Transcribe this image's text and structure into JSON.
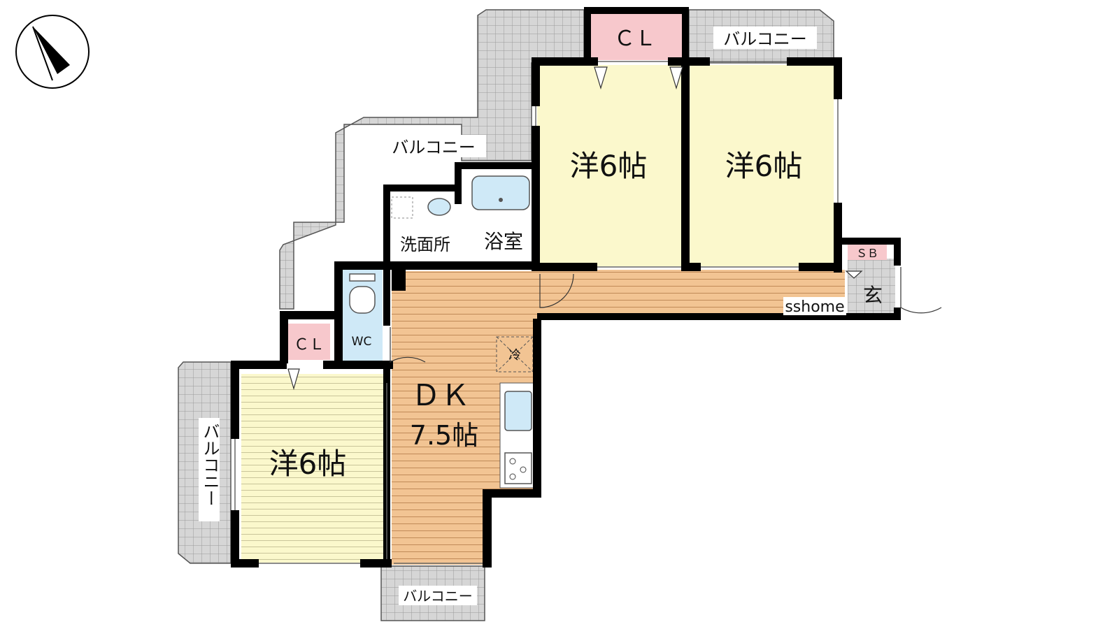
{
  "rooms": {
    "western_upper_left": "洋6帖",
    "western_upper_right": "洋6帖",
    "western_lower": "洋6帖",
    "dk_name": "ＤＫ",
    "dk_size": "7.5帖",
    "bath": "浴室",
    "washroom": "洗面所",
    "wc": "WC",
    "closet_top": "ＣＬ",
    "closet_left": "ＣＬ",
    "shoe_box": "ＳＢ",
    "entrance": "玄",
    "fridge": "冷"
  },
  "balconies": {
    "top_right": "バルコニー",
    "middle": "バルコニー",
    "left_vertical": "バルコニー",
    "bottom": "バルコニー"
  },
  "watermark": "sshome",
  "compass": {
    "icon": "north-arrow-icon"
  },
  "colors": {
    "western_room": "#fbf8cc",
    "dk_floor": "#f2c493",
    "balcony": "#d9d9d9",
    "wc_bath": "#cfe9f7",
    "closet": "#f7c8cc",
    "wall": "#000000"
  }
}
